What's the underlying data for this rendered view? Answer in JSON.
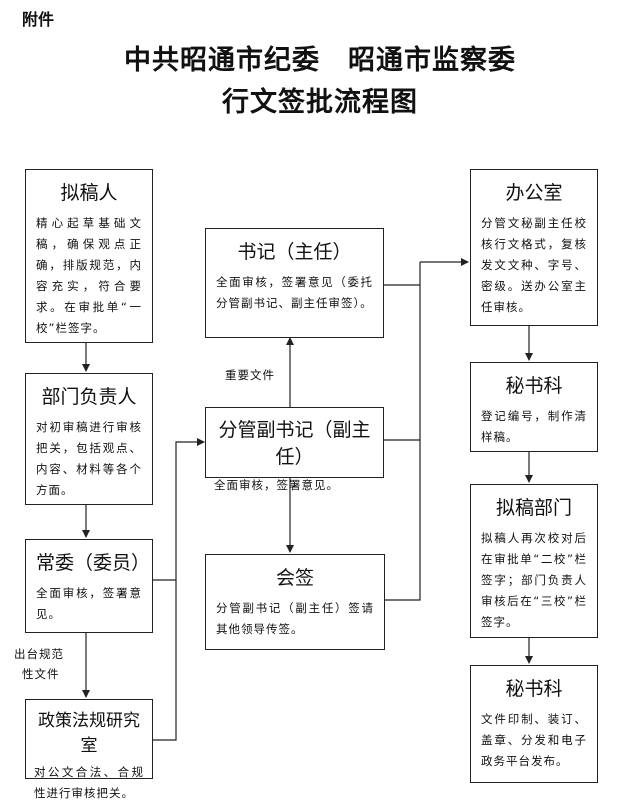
{
  "header": {
    "attachment": "附件",
    "title_line1": "中共昭通市纪委　昭通市监察委",
    "title_line2": "行文签批流程图"
  },
  "nodes": {
    "drafter": {
      "title": "拟稿人",
      "desc": "精心起草基础文稿，确保观点正确，排版规范，内容充实，符合要求。在审批单“一校”栏签字。"
    },
    "dept_head": {
      "title": "部门负责人",
      "desc": "对初审稿进行审核把关，包括观点、内容、材料等各个方面。"
    },
    "standing": {
      "title": "常委（委员）",
      "desc": "全面审核，签署意见。"
    },
    "policy_office": {
      "title": "政策法规研究室",
      "desc": "对公文合法、合规性进行审核把关。"
    },
    "secretary": {
      "title": "书记（主任）",
      "desc": "全面审核，签署意见（委托分管副书记、副主任审签）。"
    },
    "deputy": {
      "title": "分管副书记（副主任）",
      "desc": "全面审核，签署意见。"
    },
    "countersign": {
      "title": "会签",
      "desc": "分管副书记（副主任）签请其他领导传签。"
    },
    "office": {
      "title": "办公室",
      "desc": "分管文秘副主任校核行文格式，复核发文文种、字号、密级。送办公室主任审核。"
    },
    "secretariat1": {
      "title": "秘书科",
      "desc": "登记编号，制作清样稿。"
    },
    "drafting_dept": {
      "title": "拟稿部门",
      "desc": "拟稿人再次校对后在审批单“二校”栏签字；部门负责人审核后在“三校”栏签字。"
    },
    "secretariat2": {
      "title": "秘书科",
      "desc": "文件印制、装订、盖章、分发和电子政务平台发布。"
    }
  },
  "edge_labels": {
    "important_docs": "重要文件",
    "regulatory_docs_l1": "出台规范",
    "regulatory_docs_l2": "性文件"
  }
}
